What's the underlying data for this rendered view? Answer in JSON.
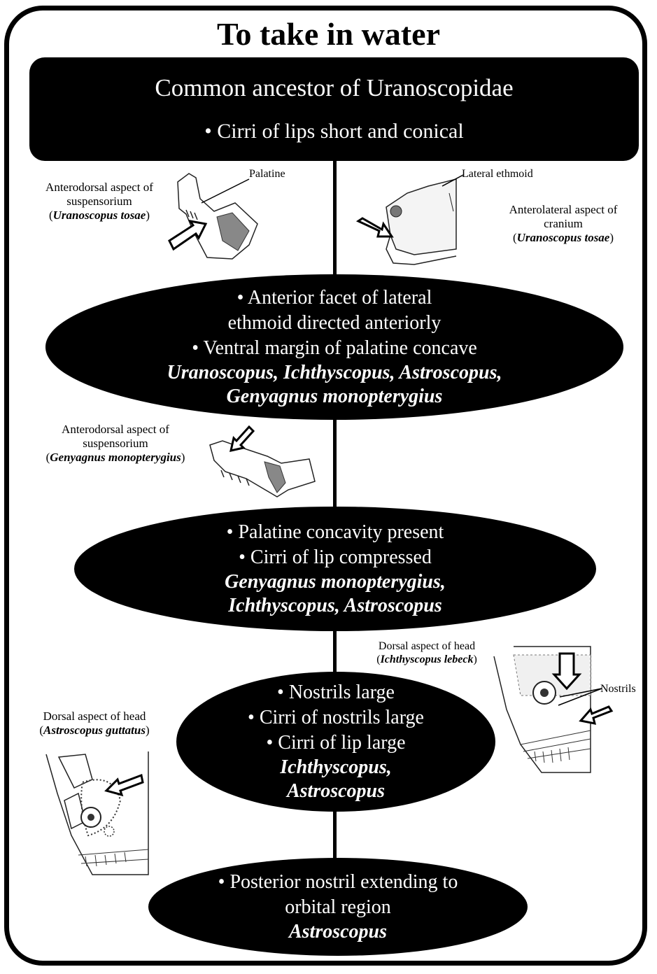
{
  "title": "To take in water",
  "root": {
    "label": "Common ancestor of Uranoscopidae",
    "trait": "• Cirri of lips short and conical"
  },
  "nodes": [
    {
      "traits": [
        "• Anterior facet of lateral",
        "ethmoid directed anteriorly",
        "• Ventral margin of palatine concave"
      ],
      "taxa": [
        "Uranoscopus, Ichthyscopus, Astroscopus,",
        "Genyagnus monopterygius"
      ]
    },
    {
      "traits": [
        "• Palatine concavity present",
        "• Cirri of lip compressed"
      ],
      "taxa": [
        "Genyagnus monopterygius,",
        "Ichthyscopus, Astroscopus"
      ]
    },
    {
      "traits": [
        "• Nostrils large",
        "• Cirri of nostrils large",
        "• Cirri of lip large"
      ],
      "taxa": [
        "Ichthyscopus,",
        "Astroscopus"
      ]
    },
    {
      "traits": [
        "• Posterior nostril extending to",
        "orbital region"
      ],
      "taxa": [
        "Astroscopus"
      ]
    }
  ],
  "figures": {
    "fig1": {
      "caption_lines": [
        "Anterodorsal aspect of",
        "suspensorium"
      ],
      "species": "Uranoscopus tosae",
      "label": "Palatine"
    },
    "fig2": {
      "caption_lines": [
        "Anterolateral aspect of",
        "cranium"
      ],
      "species": "Uranoscopus tosae",
      "label": "Lateral ethmoid"
    },
    "fig3": {
      "caption_lines": [
        "Anterodorsal aspect of",
        "suspensorium"
      ],
      "species": "Genyagnus monopterygius"
    },
    "fig4": {
      "caption_lines": [
        "Dorsal aspect of head"
      ],
      "species": "Ichthyscopus lebeck",
      "label": "Nostrils"
    },
    "fig5": {
      "caption_lines": [
        "Dorsal aspect of head"
      ],
      "species": "Astroscopus guttatus"
    }
  }
}
